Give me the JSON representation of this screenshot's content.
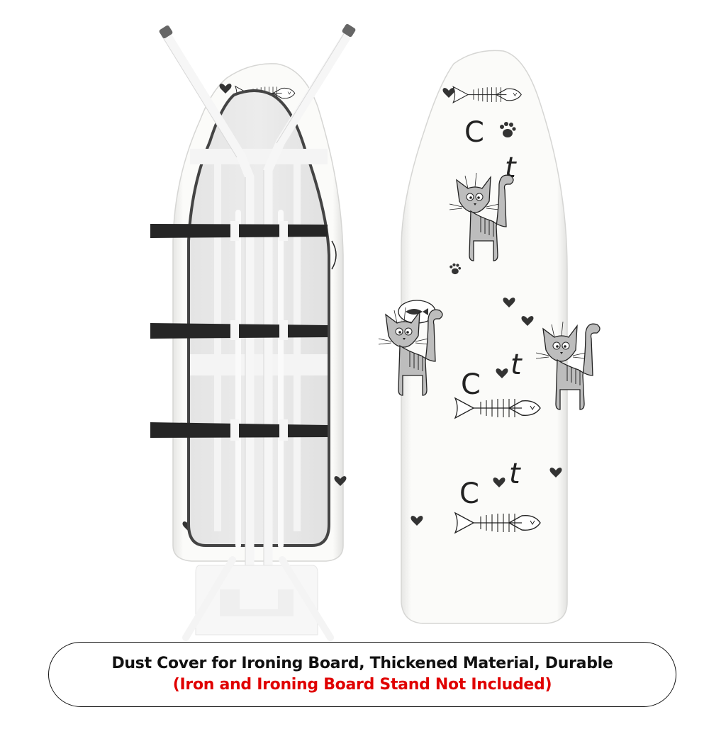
{
  "caption": {
    "line1": "Dust Cover for Ironing Board, Thickened Material, Durable",
    "line2": "(Iron and Ironing Board Stand Not Included)",
    "line1_color": "#111111",
    "line2_color": "#e00000"
  },
  "product": {
    "left_view": "ironing-board-back-with-straps",
    "right_view": "ironing-board-cover-front",
    "pattern_words": [
      "C",
      "t",
      "C",
      "t",
      "C",
      "t"
    ],
    "pattern_motifs": [
      "cat",
      "fish-bone",
      "heart",
      "paw-print",
      "fish-speech-bubble"
    ],
    "strap_color": "#222222",
    "cover_color": "#fbfbf9"
  }
}
